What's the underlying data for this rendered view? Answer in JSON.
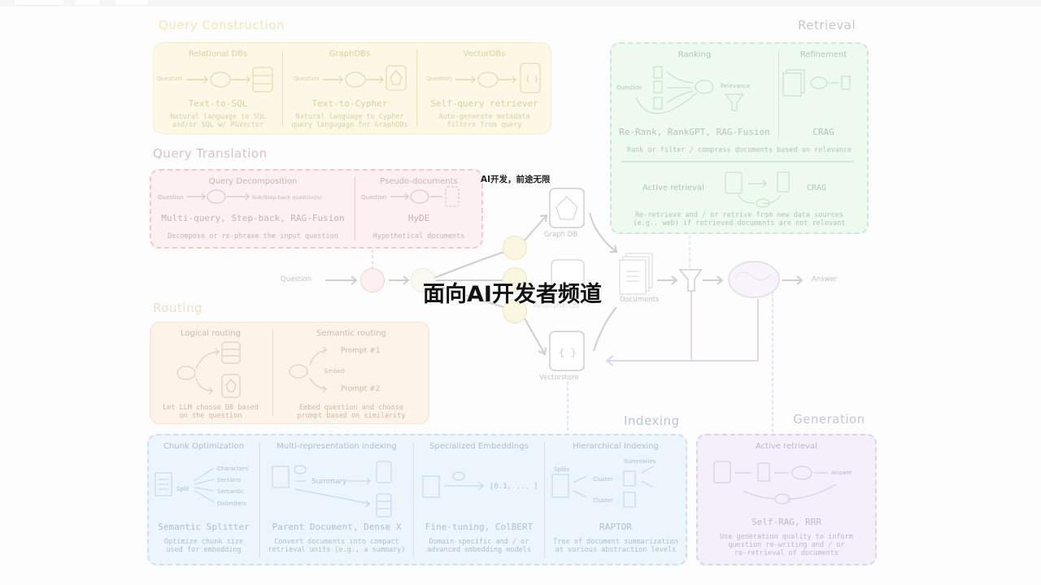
{
  "top_tabs": [
    "",
    "",
    ""
  ],
  "overlay": {
    "channel_title": "面向AI开发者频道",
    "slogan": "AI开发，前途无限"
  },
  "sections": {
    "query_construction": {
      "title": "Query Construction",
      "color": "#f3e7b5",
      "panels": [
        {
          "title": "Relational DBs",
          "input": "Question",
          "method": "Text-to-SQL",
          "desc": [
            "Natural language to SQL",
            "and/or SQL w/ PGVector"
          ]
        },
        {
          "title": "GraphDBs",
          "input": "Question",
          "method": "Text-to-Cypher",
          "desc": [
            "Natural language to Cypher",
            "query langugage for GraphDBs"
          ]
        },
        {
          "title": "VectorDBs",
          "input": "Question",
          "method": "Self-query retriever",
          "desc": [
            "Auto-generate metadata",
            "filters from query"
          ]
        }
      ]
    },
    "query_translation": {
      "title": "Query Translation",
      "color": "#f1caca",
      "panels": [
        {
          "title": "Query Decomposition",
          "input": "Question",
          "output": "Sub/Step-back question(s)",
          "method": "Multi-query, Step-back, RAG-Fusion",
          "desc": [
            "Decompose or re-phrase the input question"
          ]
        },
        {
          "title": "Pseudo-documents",
          "input": "Question",
          "method": "HyDE",
          "desc": [
            "Hypothetical documents"
          ]
        }
      ]
    },
    "routing": {
      "title": "Routing",
      "color": "#f2dcc2",
      "panels": [
        {
          "title": "Logical routing",
          "desc": [
            "Let LLM choose DB based",
            "on the question"
          ]
        },
        {
          "title": "Semantic routing",
          "embed_label": "Embed",
          "prompt1": "Prompt #1",
          "prompt2": "Prompt #2",
          "desc": [
            "Embed question and choose",
            "prompt based on similarity"
          ]
        }
      ]
    },
    "retrieval": {
      "title": "Retrieval",
      "color": "#cde9cf",
      "panels": [
        {
          "title": "Ranking",
          "input": "Question",
          "relevance_label": "Relevance",
          "method": "Re-Rank, RankGPT, RAG-Fusion"
        },
        {
          "title": "Refinement",
          "method": "CRAG"
        }
      ],
      "shared_desc": "Rank or filter / compress documents based on relevance",
      "active": {
        "title": "Active retrieval",
        "method": "CRAG",
        "desc": [
          "Re-retrieve and / or retrive from new data sources",
          "(e.g., web) if retrieved documents are not relevant"
        ]
      }
    },
    "indexing": {
      "title": "Indexing",
      "color": "#cfe0ef",
      "panels": [
        {
          "title": "Chunk Optimization",
          "split_label": "Split",
          "chunks": [
            "Characters",
            "Sections",
            "Semantic",
            "Delimiters"
          ],
          "method": "Semantic Splitter",
          "desc": [
            "Optimize chunk size",
            "used for embedding"
          ]
        },
        {
          "title": "Multi-representation indexing",
          "summary_label": "Summary",
          "method": "Parent Document, Dense X",
          "desc": [
            "Convert documents into compact",
            "retrieval units (e.g., a summary)"
          ]
        },
        {
          "title": "Specialized Embeddings",
          "vector_label": "[0.1, ... ]",
          "method": "Fine-tuning, ColBERT",
          "desc": [
            "Domain-specific and / or",
            "advanced embedding models"
          ]
        },
        {
          "title": "Hierarchical Indexing",
          "splits_label": "Splits",
          "summaries_label": "Summaries",
          "cluster_label": "Cluster",
          "method": "RAPTOR",
          "desc": [
            "Tree of document summarization",
            "at various abstraction levels"
          ]
        }
      ]
    },
    "generation": {
      "title": "Generation",
      "color": "#dcd3ee",
      "panels": [
        {
          "title": "Active retrieval",
          "answer_label": "Answer",
          "method": "Self-RAG, RRR",
          "desc": [
            "Use generation quality to inform",
            "question re-writing and / or",
            "re-retrieval of documents"
          ]
        }
      ]
    }
  },
  "flow": {
    "question": "Question",
    "graph_db": "Graph DB",
    "relational_db": "Relational DB",
    "vectorstore": "Vectorstore",
    "documents": "Documents",
    "answer": "Answer"
  }
}
